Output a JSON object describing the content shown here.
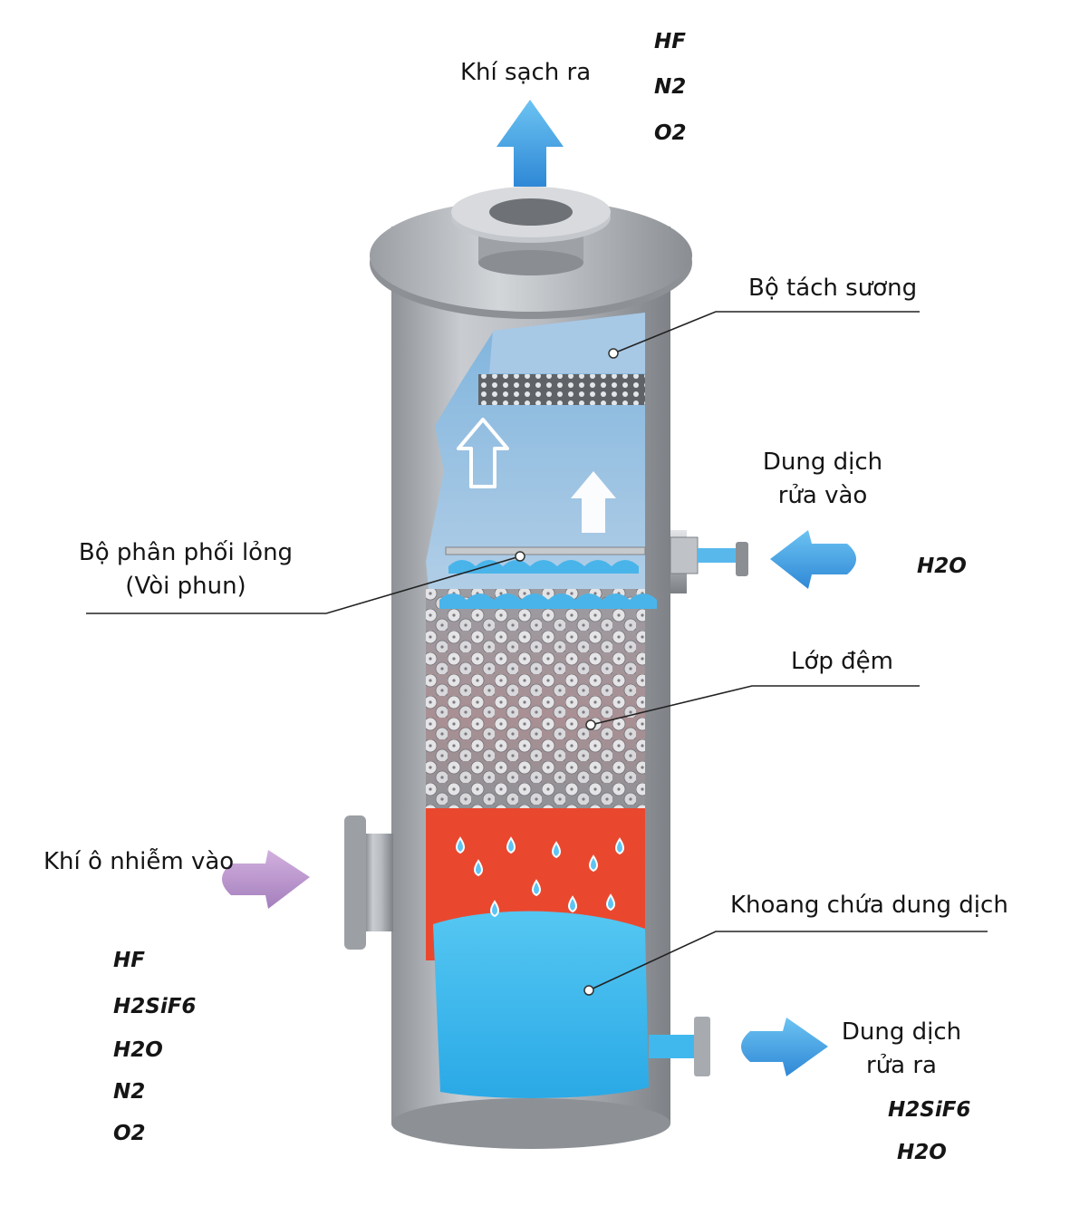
{
  "labels": {
    "clean_gas_out": "Khí sạch ra",
    "mist_eliminator": "Bộ tách sương",
    "wash_in_line1": "Dung dịch",
    "wash_in_line2": "rửa vào",
    "liquid_distributor_line1": "Bộ phân phối lỏng",
    "liquid_distributor_line2": "(Vòi phun)",
    "packing_layer": "Lớp đệm",
    "polluted_gas_in": "Khí ô nhiễm vào",
    "sump": "Khoang chứa dung dịch",
    "wash_out_line1": "Dung dịch",
    "wash_out_line2": "rửa ra"
  },
  "chemicals": {
    "clean_out": [
      "HF",
      "N2",
      "O2"
    ],
    "wash_in": [
      "H2O"
    ],
    "polluted_in": [
      "HF",
      "H2SiF6",
      "H2O",
      "N2",
      "O2"
    ],
    "wash_out": [
      "H2SiF6",
      "H2O"
    ]
  },
  "colors": {
    "shell": "#b9bcc1",
    "gas_zone": "#bcd6ea",
    "hot_zone": "#e9482f",
    "liquid": "#3cb8ec",
    "flow_arrow": "#3d9fe0",
    "inlet_arrow": "#b98cc9"
  }
}
